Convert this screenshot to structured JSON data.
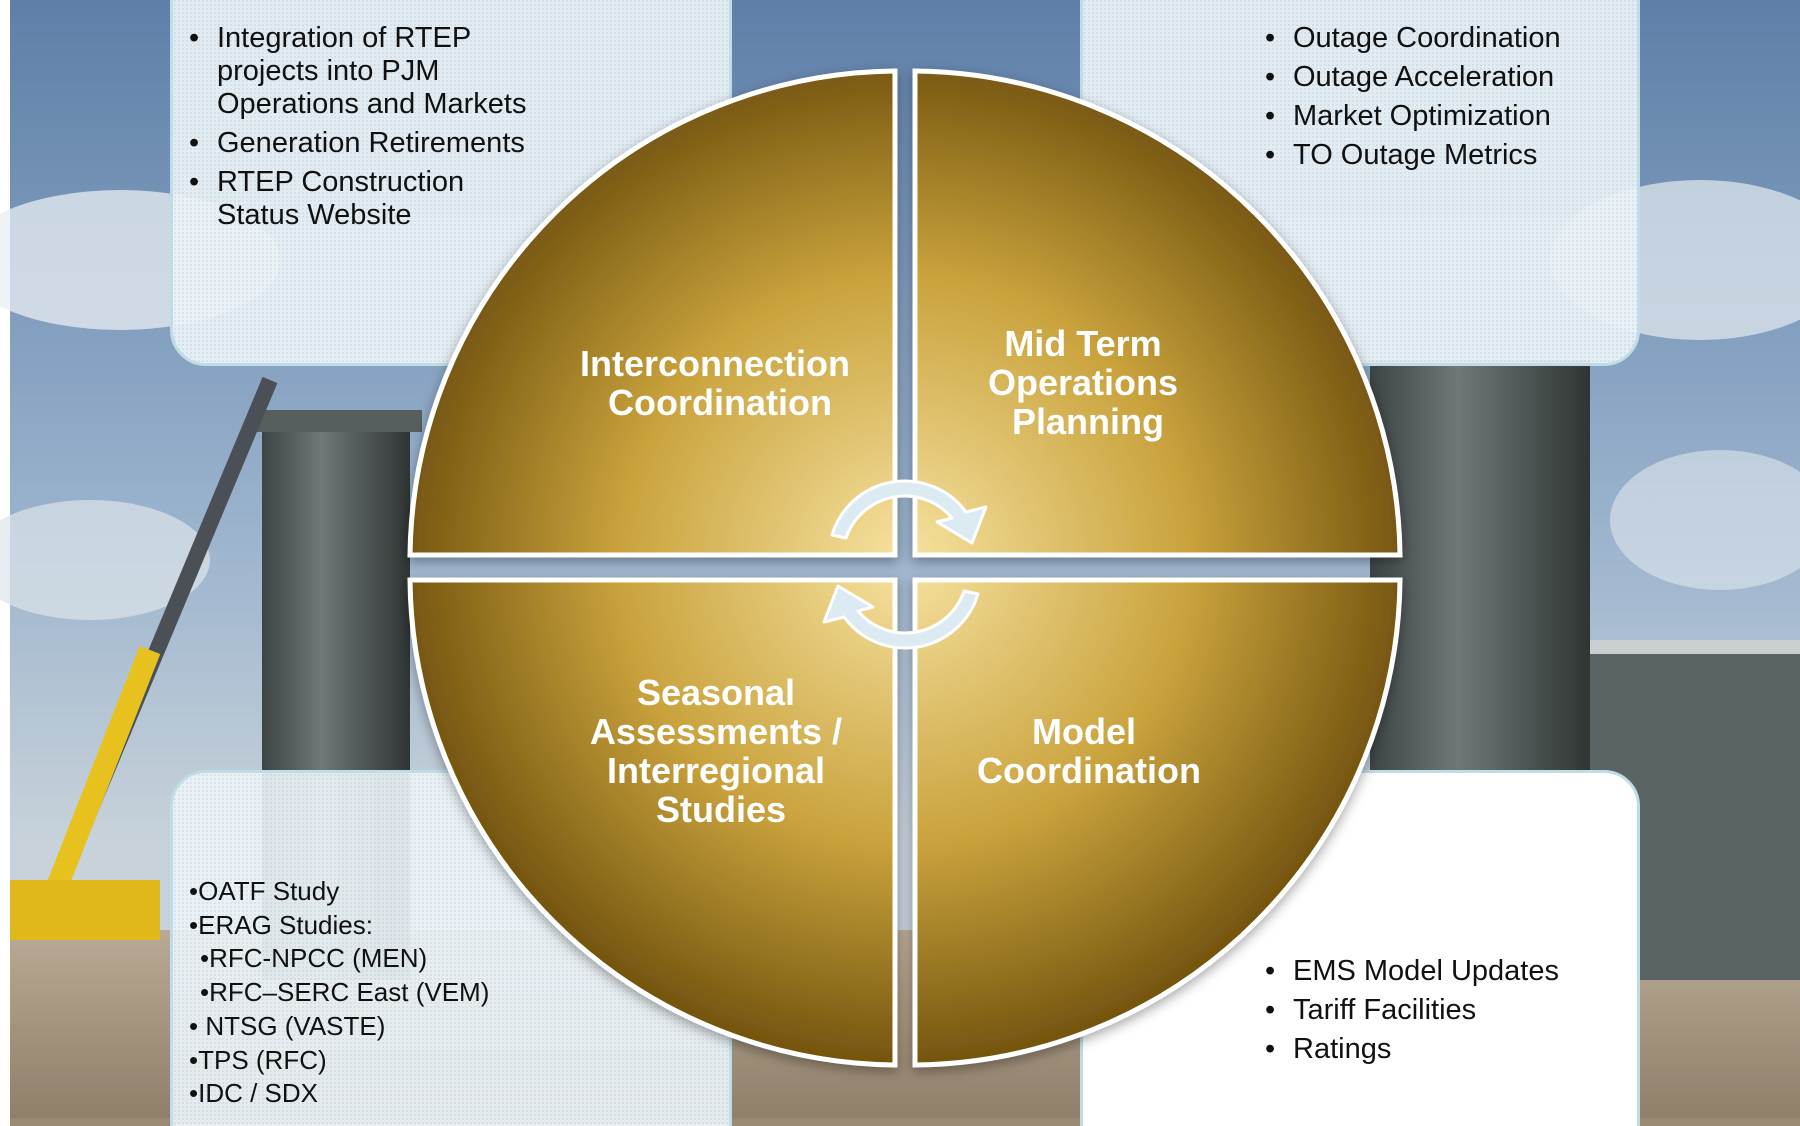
{
  "panels": {
    "top_left": {
      "items": [
        {
          "bullet": "•",
          "text": "Integration of RTEP projects into PJM Operations and Markets"
        },
        {
          "bullet": "•",
          "text": "Generation Retirements"
        },
        {
          "bullet": "•",
          "text": "RTEP Construction Status Website"
        }
      ]
    },
    "top_right": {
      "items": [
        {
          "bullet": "•",
          "text": "Outage Coordination"
        },
        {
          "bullet": "•",
          "text": "Outage Acceleration"
        },
        {
          "bullet": "•",
          "text": "Market Optimization"
        },
        {
          "bullet": "•",
          "text": "TO Outage Metrics"
        }
      ]
    },
    "bottom_left": {
      "items": [
        {
          "text": "•OATF Study",
          "indent": 0
        },
        {
          "text": "•ERAG Studies:",
          "indent": 0
        },
        {
          "text": "•RFC-NPCC (MEN)",
          "indent": 1
        },
        {
          "text": "•RFC–SERC East (VEM)",
          "indent": 1
        },
        {
          "text": "• NTSG (VASTE)",
          "indent": 0
        },
        {
          "text": "•TPS (RFC)",
          "indent": 0
        },
        {
          "text": "•IDC / SDX",
          "indent": 0
        }
      ]
    },
    "bottom_right": {
      "items": [
        {
          "bullet": "•",
          "text": "EMS Model Updates"
        },
        {
          "bullet": "•",
          "text": "Tariff Facilities"
        },
        {
          "bullet": "•",
          "text": "Ratings"
        }
      ]
    }
  },
  "quadrants": {
    "top_left": {
      "lines": [
        "Interconnection",
        "Coordination"
      ]
    },
    "top_right": {
      "lines": [
        "Mid Term",
        "Operations",
        "Planning"
      ]
    },
    "bottom_left": {
      "lines": [
        "Seasonal",
        "Assessments /",
        "Interregional",
        "Studies"
      ]
    },
    "bottom_right": {
      "lines": [
        "Model",
        "Coordination"
      ]
    }
  },
  "colors": {
    "gold_light": "#f6e2a0",
    "gold_mid": "#c9a23c",
    "gold_dark": "#6e4f0c",
    "panel_border": "#bfdde6",
    "arrow_fill": "#dcebf1",
    "label_text": "#ffffff"
  },
  "icons": {
    "cycle_arrows": "cycle-arrows-icon"
  }
}
